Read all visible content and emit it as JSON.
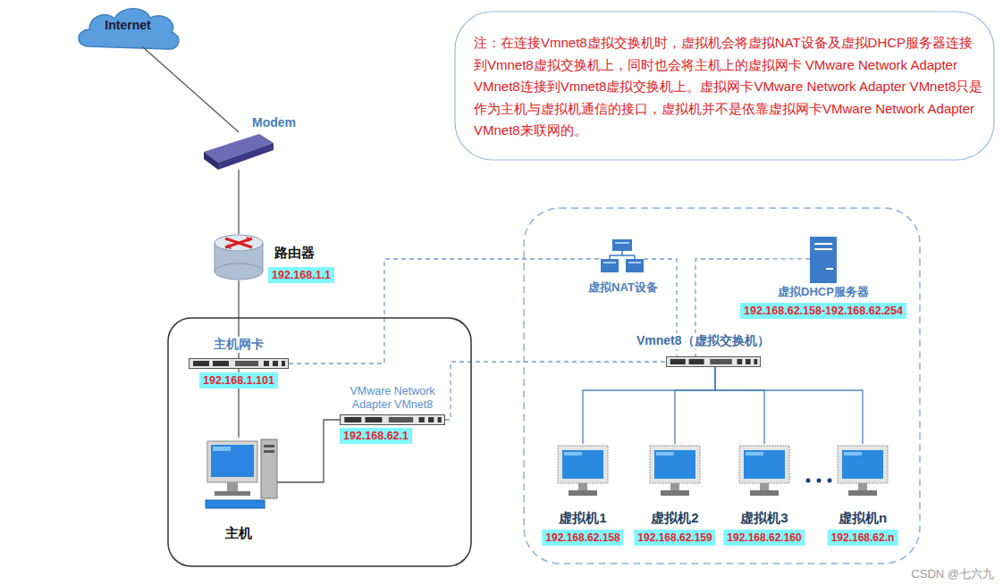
{
  "diagram": {
    "nodes": [
      {
        "text": [
          "Internet"
        ]
      },
      {
        "text": [
          "Modem"
        ]
      },
      {
        "text": [
          "路由器",
          "192.168.1.1"
        ]
      },
      {
        "text": []
      },
      {
        "text": [
          "主机网卡",
          "192.168.1.101"
        ],
        "in": 3
      },
      {
        "text": [
          "VMware Network Adapter VMnet8",
          "192.168.62.1"
        ],
        "in": 3
      },
      {
        "text": [
          "主机"
        ],
        "in": 3
      },
      {
        "text": []
      },
      {
        "text": [
          "虚拟NAT设备"
        ],
        "in": 7
      },
      {
        "text": [
          "虚拟DHCP服务器",
          "192.168.62.158-192.168.62.254"
        ],
        "in": 7
      },
      {
        "text": [
          "Vmnet8（虚拟交换机）"
        ],
        "in": 7
      },
      {
        "text": [
          "虚拟机1",
          "192.168.62.158"
        ],
        "in": 7
      },
      {
        "text": [
          "虚拟机2",
          "192.168.62.159"
        ],
        "in": 7
      },
      {
        "text": [
          "虚拟机3",
          "192.168.62.160"
        ],
        "in": 7
      },
      {
        "text": [
          "虚拟机n",
          "192.168.62.n"
        ],
        "in": 7
      },
      {
        "text": [
          "注：在连接Vmnet8虚拟交换机时，虚拟机会将虚拟NAT设备及虚拟DHCP服务器连接到Vmnet8虚拟交换机上，同时也会将主机上的虚拟网卡 VMware Network Adapter VMnet8连接到Vmnet8虚拟交换机上。虚拟网卡VMware Network Adapter VMnet8只是作为主机与虚拟机通信的接口，虚拟机并不是依靠虚拟网卡VMware Network Adapter VMnet8来联网的。"
        ]
      }
    ],
    "edges": [
      {
        "from": 0,
        "to": 1,
        "arrow": "none"
      },
      {
        "from": 1,
        "to": 2,
        "arrow": "none"
      },
      {
        "from": 2,
        "to": 4,
        "arrow": "none"
      },
      {
        "from": 4,
        "to": 6,
        "arrow": "none"
      },
      {
        "from": 5,
        "to": 6,
        "arrow": "none"
      },
      {
        "from": 4,
        "to": 8,
        "arrow": "none"
      },
      {
        "from": 8,
        "to": 10,
        "arrow": "none"
      },
      {
        "from": 9,
        "to": 10,
        "arrow": "none"
      },
      {
        "from": 5,
        "to": 10,
        "arrow": "none"
      },
      {
        "from": 10,
        "to": 11,
        "arrow": "none"
      },
      {
        "from": 10,
        "to": 12,
        "arrow": "none"
      },
      {
        "from": 10,
        "to": 13,
        "arrow": "none"
      },
      {
        "from": 10,
        "to": 14,
        "arrow": "none"
      }
    ],
    "labels": [
      "CSDN @七六九"
    ]
  }
}
